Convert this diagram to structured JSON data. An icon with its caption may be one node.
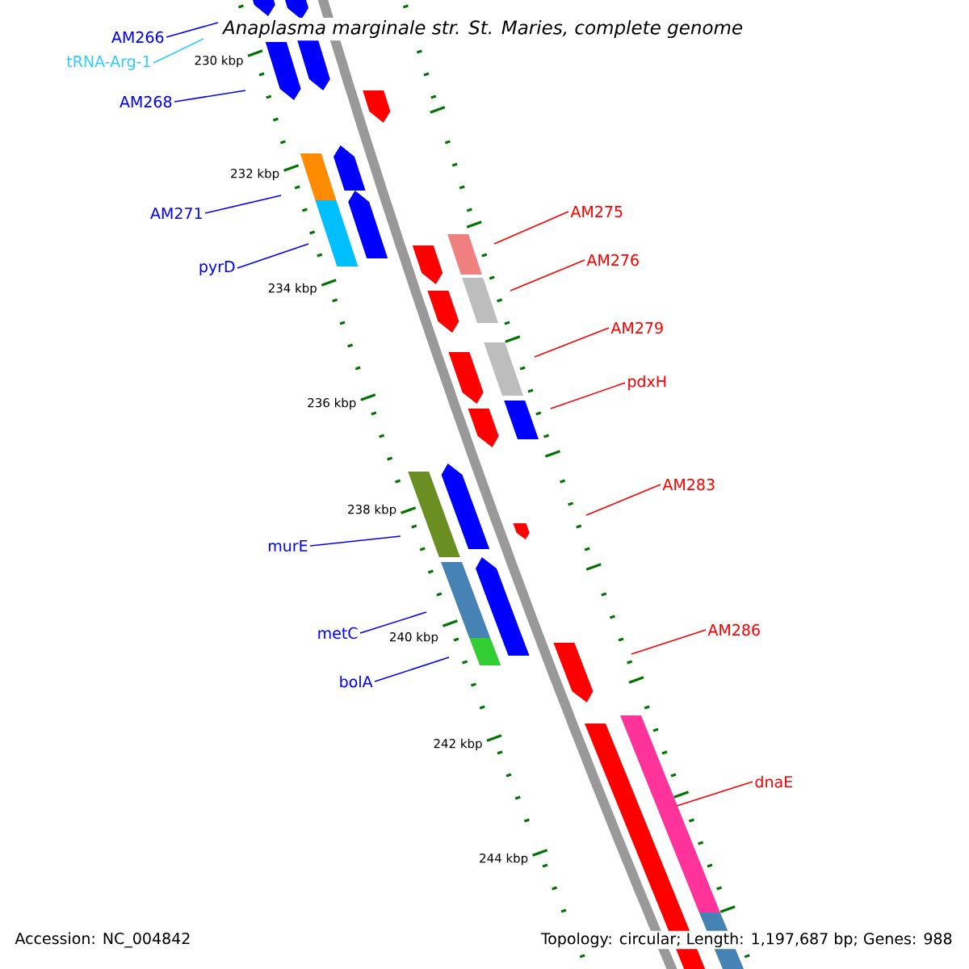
{
  "diagram": {
    "title": "Anaplasma marginale str. St. Maries, complete genome",
    "nodes": [
      {
        "text": [
          "AM266"
        ]
      },
      {
        "text": [
          "tRNA-Arg-1"
        ]
      },
      {
        "text": [
          "AM268"
        ]
      },
      {
        "text": [
          "AM275"
        ]
      },
      {
        "text": [
          "AM271"
        ]
      },
      {
        "text": [
          "AM276"
        ]
      },
      {
        "text": [
          "pyrD"
        ]
      },
      {
        "text": [
          "AM279"
        ]
      },
      {
        "text": [
          "pdxH"
        ]
      },
      {
        "text": [
          "AM283"
        ]
      },
      {
        "text": [
          "murE"
        ]
      },
      {
        "text": [
          "AM286"
        ]
      },
      {
        "text": [
          "metC"
        ]
      },
      {
        "text": [
          "bolA"
        ]
      },
      {
        "text": [
          "dnaE"
        ]
      }
    ],
    "edges": [
      {
        "from": 0,
        "to": null,
        "arrow": "none"
      },
      {
        "from": 1,
        "to": null,
        "arrow": "none",
        "color": "#33ccff"
      },
      {
        "from": 2,
        "to": null,
        "arrow": "none"
      },
      {
        "from": 3,
        "to": null,
        "arrow": "none",
        "color": "#ff0000"
      },
      {
        "from": 4,
        "to": null,
        "arrow": "none"
      },
      {
        "from": 5,
        "to": null,
        "arrow": "none",
        "color": "#ff0000"
      },
      {
        "from": 6,
        "to": null,
        "arrow": "none"
      },
      {
        "from": 7,
        "to": null,
        "arrow": "none",
        "color": "#ff0000"
      },
      {
        "from": 8,
        "to": null,
        "arrow": "none",
        "color": "#ff0000"
      },
      {
        "from": 9,
        "to": null,
        "arrow": "none",
        "color": "#ff0000"
      },
      {
        "from": 10,
        "to": null,
        "arrow": "none"
      },
      {
        "from": 11,
        "to": null,
        "arrow": "none",
        "color": "#ff0000"
      },
      {
        "from": 12,
        "to": null,
        "arrow": "none"
      },
      {
        "from": 13,
        "to": null,
        "arrow": "none"
      },
      {
        "from": 14,
        "to": null,
        "arrow": "none",
        "color": "#ff0000"
      }
    ],
    "labels": [
      "230 kbp",
      "232 kbp",
      "234 kbp",
      "236 kbp",
      "238 kbp",
      "240 kbp",
      "242 kbp",
      "244 kbp",
      "Accession: NC_004842",
      "Topology: circular; Length: 1,197,687 bp; Genes: 988"
    ]
  }
}
